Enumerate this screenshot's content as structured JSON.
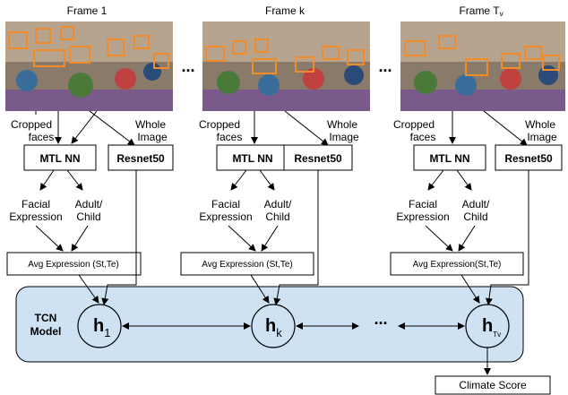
{
  "frames": [
    {
      "title": "Frame 1"
    },
    {
      "title": "Frame k"
    },
    {
      "title": "Frame T",
      "title_sub": "v"
    }
  ],
  "ellipsis": "...",
  "labels": {
    "cropped_line1": "Cropped",
    "cropped_line2": "faces",
    "whole_line1": "Whole",
    "whole_line2": "Image",
    "mtl": "MTL NN",
    "resnet": "Resnet50",
    "facial_line1": "Facial",
    "facial_line2": "Expression",
    "adult_line1": "Adult/",
    "adult_line2": "Child"
  },
  "avg_labels": [
    "Avg Expression (St,Te)",
    "Avg Expression (St,Te)",
    "Avg Expression(St,Te)"
  ],
  "tcn": {
    "line1": "TCN",
    "line2": "Model"
  },
  "hidden": [
    {
      "main": "h",
      "sub": "1"
    },
    {
      "main": "h",
      "sub": "k"
    },
    {
      "main": "h",
      "sub": "Tv"
    }
  ],
  "output": "Climate Score",
  "colors": {
    "tcn_fill": "#cfe2f3",
    "tcn_stroke": "#000000",
    "face_box": "#f28c28"
  }
}
